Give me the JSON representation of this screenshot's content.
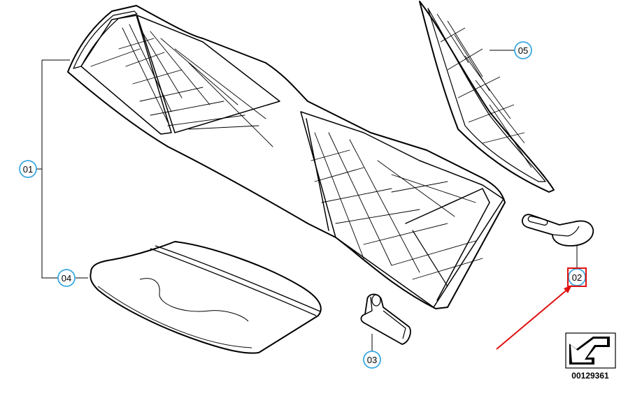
{
  "callouts": {
    "c01": "01",
    "c02": "02",
    "c03": "03",
    "c04": "04",
    "c05": "05"
  },
  "reference_number": "00129361",
  "colors": {
    "callout_circle": "#3aa8e0",
    "highlight": "#e01010",
    "line": "#000000"
  }
}
